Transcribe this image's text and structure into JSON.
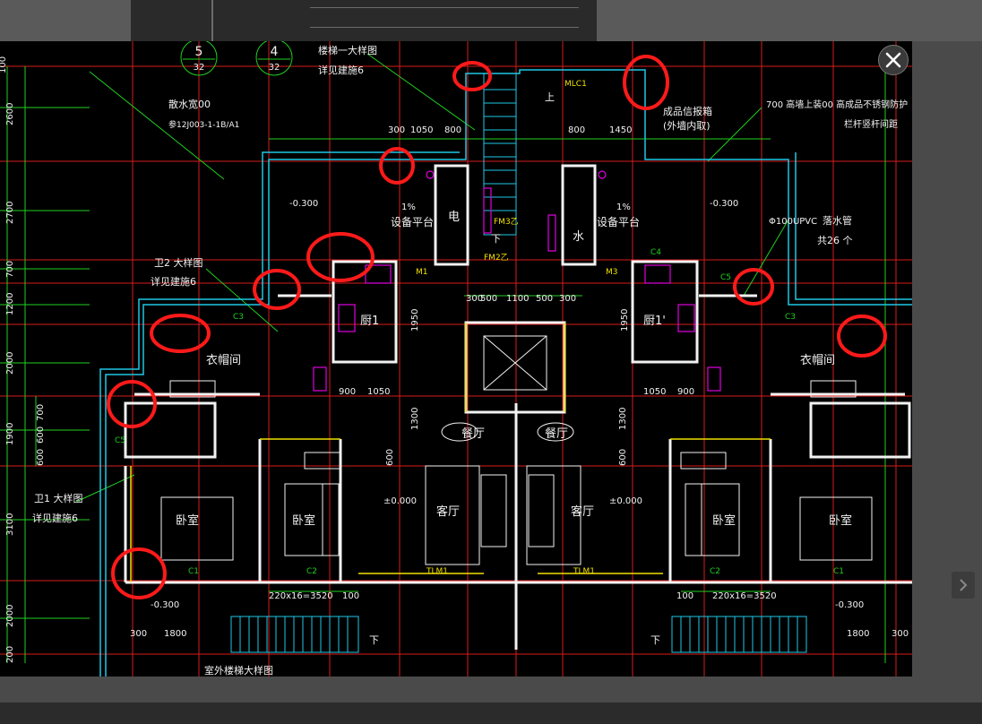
{
  "viewer": {
    "close_icon": "close-icon",
    "next_icon": "chevron-right-icon"
  },
  "drawing": {
    "axis_labels": [
      {
        "num": "5",
        "den": "32"
      },
      {
        "num": "4",
        "den": "32"
      }
    ],
    "left_dimensions": [
      "100",
      "2600",
      "2700",
      "700",
      "1200",
      "2000",
      "1900",
      "3100",
      "2000",
      "200"
    ],
    "left_sub_dimensions": [
      "700",
      "600",
      "600"
    ],
    "notes": {
      "stair_detail": "楼梯一大样图",
      "see_spec_6": "详见建施6",
      "apron": "散水宽00",
      "apron_ref": "参12J003-1-1B/A1",
      "finished_mailbox": "成品信报箱",
      "mailbox_note": "(外墙内取)",
      "railing_note": "700 高墙上装00 高成品不锈钢防护",
      "railing_note2": "栏杆竖杆间距",
      "wc2_detail": "卫2 大样图",
      "wc2_ref": "详见建施6",
      "wc1_detail": "卫1 大样图",
      "wc1_ref": "详见建施6",
      "pipe": "Φ100UPVC",
      "pipe_name": "落水管",
      "pipe_count": "共26 个",
      "outdoor_stair": "室外楼梯大样图",
      "mlc1": "MLC1",
      "up": "上",
      "down": "下"
    },
    "room_labels": {
      "kitchen_left": "厨1",
      "kitchen_right": "厨1'",
      "cloakroom": "衣帽间",
      "dining": "餐厅",
      "living": "客厅",
      "bedroom": "卧室",
      "equipment": "设备平台",
      "electric": "电",
      "water": "水"
    },
    "dimensions": {
      "d300": "300",
      "d1050": "1050",
      "d800": "800",
      "d1450": "1450",
      "d500": "500",
      "d1100": "1100",
      "d900": "900",
      "d1950": "1950",
      "d1300": "1300",
      "d600": "600",
      "d1800": "1800",
      "stairs": "220x16=3520",
      "d100": "100",
      "slope": "1%",
      "lvl_neg": "-0.300",
      "lvl_zero": "±0.000",
      "lvl_bottom": "-0.300"
    },
    "window_tags": {
      "c1": "C1",
      "c2": "C2",
      "c3": "C3",
      "c4": "C4",
      "c5": "C5",
      "m1": "M1",
      "m3": "M3",
      "tlm1": "TLM1",
      "fm": "FM3乙",
      "fm2": "FM2乙"
    }
  },
  "colors": {
    "background": "#000000",
    "grid_red": "#d81c1c",
    "grid_green": "#1fd01f",
    "wall_white": "#f2f2f2",
    "cyan": "#1ec8e6",
    "magenta": "#e000e0",
    "yellow": "#f0e000",
    "highlight_circle": "#ff1a1a"
  }
}
